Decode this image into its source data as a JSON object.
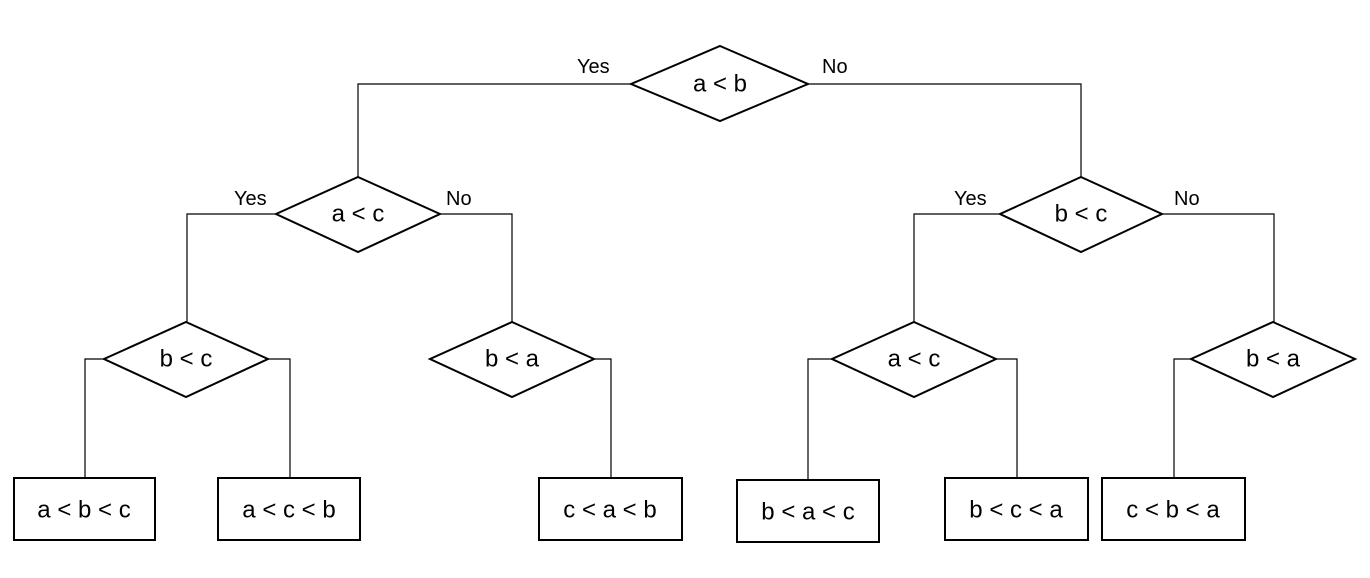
{
  "diagram": {
    "type": "decision-tree",
    "decisions": {
      "root": "a < b",
      "left": "a < c",
      "right": "b < c",
      "left_left": "b < c",
      "left_right": "b < a",
      "right_left": "a < c",
      "right_right": "b < a"
    },
    "outcomes": {
      "o1": "a < b < c",
      "o2": "a < c < b",
      "o3": "c < a < b",
      "o4": "b < a < c",
      "o5": "b < c < a",
      "o6": "c < b < a"
    },
    "branch_labels": {
      "yes": "Yes",
      "no": "No"
    },
    "colors": {
      "line": "#000000",
      "background": "#ffffff"
    }
  }
}
